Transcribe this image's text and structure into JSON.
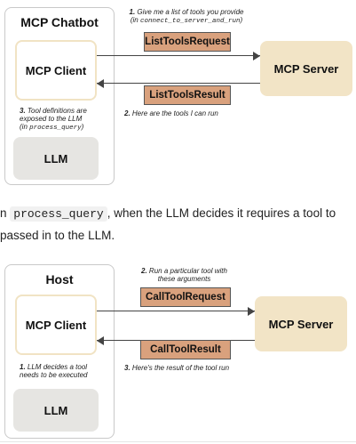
{
  "diagram1": {
    "container_title": "MCP Chatbot",
    "client_label": "MCP Client",
    "server_label": "MCP Server",
    "llm_label": "LLM",
    "request_label": "ListToolsRequest",
    "result_label": "ListToolsResult",
    "step1_num": "1.",
    "step1_text": "Give me a list of tools you provide",
    "step1_sub_open": "(in ",
    "step1_sub_code": "connect_to_server_and_run",
    "step1_sub_close": ")",
    "step2_num": "2.",
    "step2_text": "Here are the tools I can run",
    "step3_num": "3.",
    "step3_line1": "Tool definitions are",
    "step3_line2": "exposed to the LLM",
    "step3_sub_open": "(in ",
    "step3_sub_code": "process_query",
    "step3_sub_close": ")"
  },
  "paragraph": {
    "prefix": "n ",
    "code": "process_query",
    "suffix": ", when the LLM decides it requires a tool to",
    "line2": "passed in to the LLM."
  },
  "diagram2": {
    "container_title": "Host",
    "client_label": "MCP Client",
    "server_label": "MCP Server",
    "llm_label": "LLM",
    "request_label": "CallToolRequest",
    "result_label": "CallToolResult",
    "step1_num": "1.",
    "step1_line1": "LLM decides a tool",
    "step1_line2": "needs to be executed",
    "step2_num": "2.",
    "step2_line1": "Run a particular tool with",
    "step2_line2": "these arguments",
    "step3_num": "3.",
    "step3_text": "Here's the result of the tool run"
  },
  "colors": {
    "server_fill": "#f2e4c6",
    "message_fill": "#d9a17d",
    "llm_fill": "#e6e5e2",
    "client_border": "#f1e3c4"
  }
}
